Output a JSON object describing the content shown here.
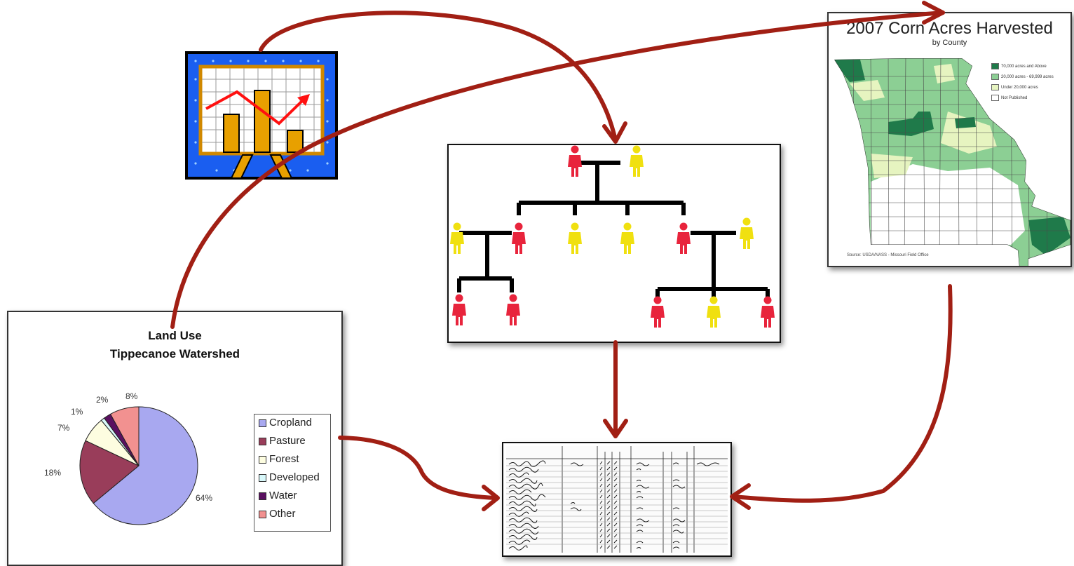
{
  "pie_chart": {
    "title_line1": "Land Use",
    "title_line2": "Tippecanoe Watershed",
    "percent_labels": [
      "64%",
      "18%",
      "7%",
      "1%",
      "2%",
      "8%"
    ],
    "legend": [
      {
        "label": "Cropland",
        "color": "#a8a8f0"
      },
      {
        "label": "Pasture",
        "color": "#993d5a"
      },
      {
        "label": "Forest",
        "color": "#fdfde0"
      },
      {
        "label": "Developed",
        "color": "#d8f8fa"
      },
      {
        "label": "Water",
        "color": "#5a1060"
      },
      {
        "label": "Other",
        "color": "#f29190"
      }
    ]
  },
  "chart_data": {
    "type": "pie",
    "title": "Land Use Tippecanoe Watershed",
    "categories": [
      "Cropland",
      "Pasture",
      "Forest",
      "Developed",
      "Water",
      "Other"
    ],
    "values": [
      64,
      18,
      7,
      1,
      2,
      8
    ],
    "legend": "right"
  },
  "map": {
    "title": "2007 Corn Acres Harvested",
    "subtitle": "by County",
    "legend": [
      {
        "label": "70,000 acres and Above",
        "color": "#1f7a4a"
      },
      {
        "label": "20,000 acres - 69,999 acres",
        "color": "#8ccf94"
      },
      {
        "label": "Under 20,000 acres",
        "color": "#e6f4c0"
      },
      {
        "label": "Not Published",
        "color": "#ffffff"
      }
    ],
    "source": "Source: USDA/NASS - Missouri Field Office"
  },
  "colors": {
    "arrow": "#a11f14",
    "clipart_blue": "#1a5ef0",
    "female_red": "#e8243c",
    "male_yellow": "#f0e010"
  }
}
